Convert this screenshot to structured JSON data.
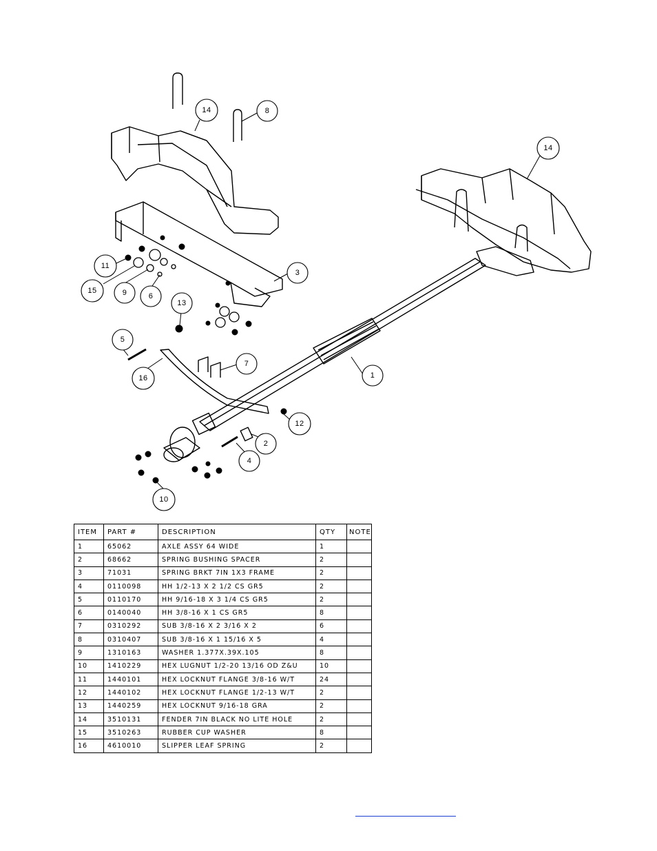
{
  "callouts": [
    {
      "id": "c14a",
      "label": "14"
    },
    {
      "id": "c8",
      "label": "8"
    },
    {
      "id": "c14b",
      "label": "14"
    },
    {
      "id": "c11",
      "label": "11"
    },
    {
      "id": "c15",
      "label": "15"
    },
    {
      "id": "c9",
      "label": "9"
    },
    {
      "id": "c6",
      "label": "6"
    },
    {
      "id": "c3",
      "label": "3"
    },
    {
      "id": "c13",
      "label": "13"
    },
    {
      "id": "c5",
      "label": "5"
    },
    {
      "id": "c7",
      "label": "7"
    },
    {
      "id": "c1",
      "label": "1"
    },
    {
      "id": "c16",
      "label": "16"
    },
    {
      "id": "c12",
      "label": "12"
    },
    {
      "id": "c2",
      "label": "2"
    },
    {
      "id": "c4",
      "label": "4"
    },
    {
      "id": "c10",
      "label": "10"
    }
  ],
  "table": {
    "headers": [
      "ITEM",
      "PART #",
      "DESCRIPTION",
      "QTY",
      "NOTE"
    ],
    "rows": [
      [
        "1",
        "65062",
        "AXLE ASSY 64 WIDE",
        "1",
        ""
      ],
      [
        "2",
        "68662",
        "SPRING BUSHING SPACER",
        "2",
        ""
      ],
      [
        "3",
        "71031",
        "SPRING BRKT 7IN 1X3 FRAME",
        "2",
        ""
      ],
      [
        "4",
        "0110098",
        "HH 1/2-13 X 2 1/2 CS GR5",
        "2",
        ""
      ],
      [
        "5",
        "0110170",
        "HH 9/16-18 X 3 1/4 CS GR5",
        "2",
        ""
      ],
      [
        "6",
        "0140040",
        "HH 3/8-16 X 1 CS GR5",
        "8",
        ""
      ],
      [
        "7",
        "0310292",
        "SUB 3/8-16 X 2 3/16 X 2",
        "6",
        ""
      ],
      [
        "8",
        "0310407",
        "SUB 3/8-16 X 1 15/16 X 5",
        "4",
        ""
      ],
      [
        "9",
        "1310163",
        "WASHER 1.377X.39X.105",
        "8",
        ""
      ],
      [
        "10",
        "1410229",
        "HEX LUGNUT 1/2-20 13/16 OD Z&U",
        "10",
        ""
      ],
      [
        "11",
        "1440101",
        "HEX LOCKNUT FLANGE 3/8-16 W/T",
        "24",
        ""
      ],
      [
        "12",
        "1440102",
        "HEX LOCKNUT FLANGE 1/2-13 W/T",
        "2",
        ""
      ],
      [
        "13",
        "1440259",
        "HEX LOCKNUT 9/16-18 GRA",
        "2",
        ""
      ],
      [
        "14",
        "3510131",
        "FENDER  7IN BLACK NO LITE HOLE",
        "2",
        ""
      ],
      [
        "15",
        "3510263",
        "RUBBER CUP WASHER",
        "8",
        ""
      ],
      [
        "16",
        "4610010",
        "SLIPPER LEAF SPRING",
        "2",
        ""
      ]
    ]
  },
  "colors": {
    "line": "#000000",
    "link": "#1a3fd0"
  }
}
